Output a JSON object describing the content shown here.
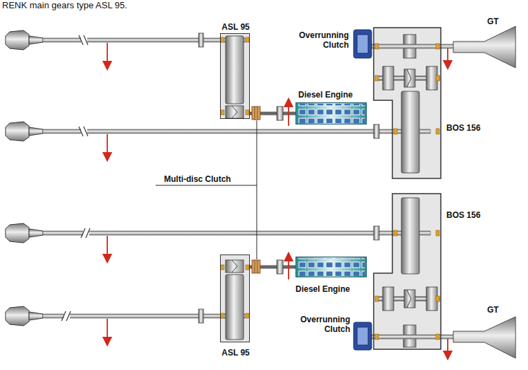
{
  "diagram": {
    "title": "RENK main gears type ASL 95.",
    "nodes": [
      {
        "text": [
          "ASL 95"
        ]
      },
      {
        "text": [
          "Diesel Engine"
        ]
      },
      {
        "text": [
          "BOS 156"
        ]
      },
      {
        "text": [
          "BOS 156"
        ]
      },
      {
        "text": [
          "Diesel Engine"
        ]
      },
      {
        "text": [
          "ASL 95"
        ]
      }
    ],
    "edges": [
      {
        "from": 1,
        "to": 0,
        "arrow": "none"
      },
      {
        "from": 4,
        "to": 5,
        "arrow": "none"
      }
    ],
    "labels": [
      "Overrunning Clutch",
      "GT",
      "Multi-disc Clutch",
      "Overrunning Clutch",
      "GT"
    ]
  }
}
